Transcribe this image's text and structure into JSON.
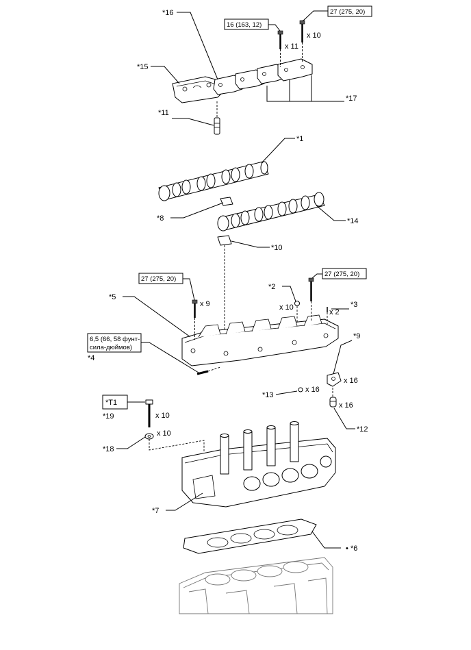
{
  "callouts": {
    "c16": "*16",
    "c15": "*15",
    "c11": "*11",
    "c17": "*17",
    "c1": "*1",
    "c8": "*8",
    "c14": "*14",
    "c10": "*10",
    "c5": "*5",
    "c2": "*2",
    "c3": "*3",
    "c9": "*9",
    "c4": "*4",
    "c13": "*13",
    "c12": "*12",
    "c19": "*19",
    "c18": "*18",
    "c7": "*7",
    "c6": "*6"
  },
  "torque_boxes": {
    "t1": "16 (163, 12)",
    "t2": "27 (275, 20)",
    "t3": "27 (275, 20)",
    "t4": "27 (275, 20)",
    "t5_line1": "6,5 (66, 58 фунт-",
    "t5_line2": "сила-дюймов)",
    "tool": "*T1"
  },
  "quantities": {
    "q_x11": "x 11",
    "q_x10_top": "x 10",
    "q_x9": "x 9",
    "q_x10_mid": "x 10",
    "q_x2": "x 2",
    "q_x16_a": "x 16",
    "q_x16_b": "x 16",
    "q_x16_c": "x 16",
    "q_x10_bolt": "x 10",
    "q_x10_washer": "x 10"
  },
  "symbols": {
    "non_reusable": "•"
  }
}
